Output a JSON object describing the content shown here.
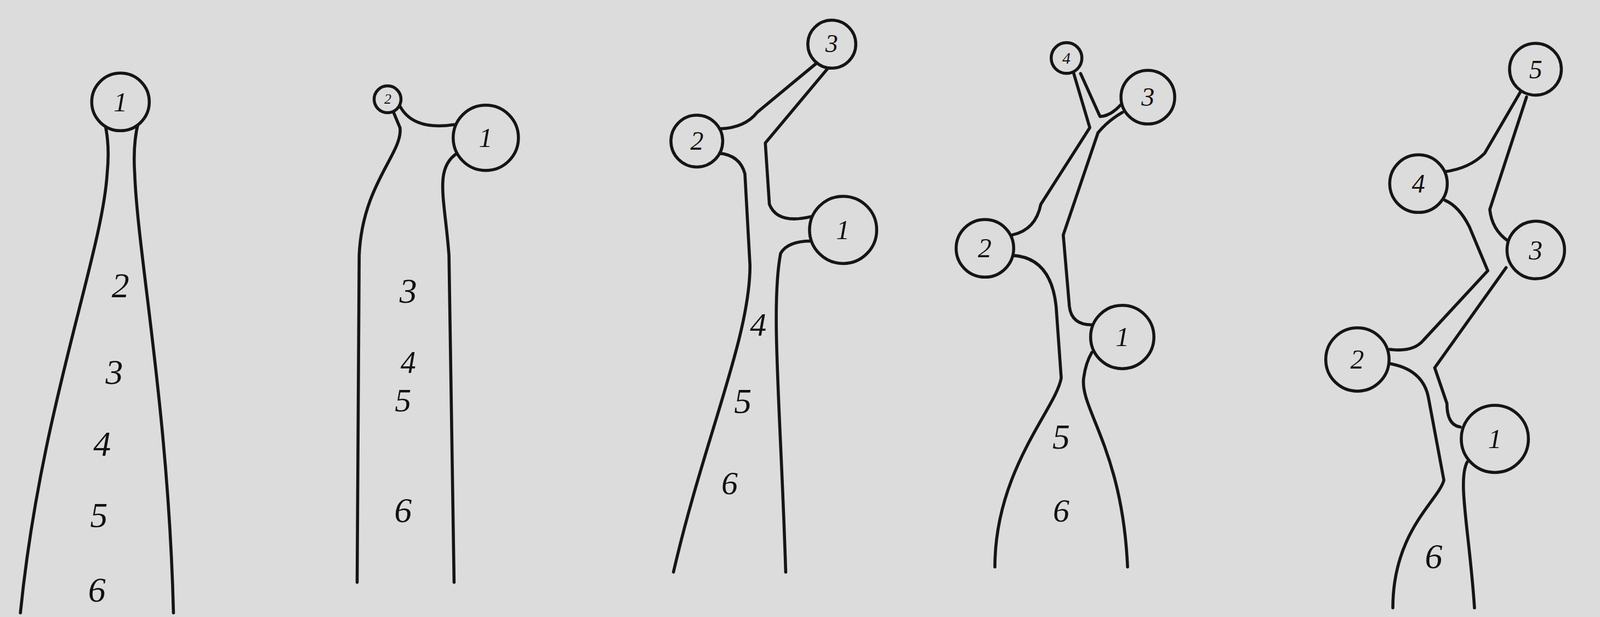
{
  "diagram": {
    "nodes": [
      {
        "text": [
          "1"
        ]
      },
      {
        "text": [
          "2"
        ]
      },
      {
        "text": [
          "1"
        ]
      },
      {
        "text": [
          "3"
        ]
      },
      {
        "text": [
          "2"
        ]
      },
      {
        "text": [
          "1"
        ]
      },
      {
        "text": [
          "4"
        ]
      },
      {
        "text": [
          "3"
        ]
      },
      {
        "text": [
          "2"
        ]
      },
      {
        "text": [
          "1"
        ]
      },
      {
        "text": [
          "5"
        ]
      },
      {
        "text": [
          "4"
        ]
      },
      {
        "text": [
          "3"
        ]
      },
      {
        "text": [
          "2"
        ]
      },
      {
        "text": [
          "1"
        ]
      }
    ],
    "labels": [
      "2",
      "3",
      "4",
      "5",
      "6",
      "3",
      "4",
      "5",
      "6",
      "4",
      "5",
      "6",
      "5",
      "6",
      "6"
    ]
  }
}
